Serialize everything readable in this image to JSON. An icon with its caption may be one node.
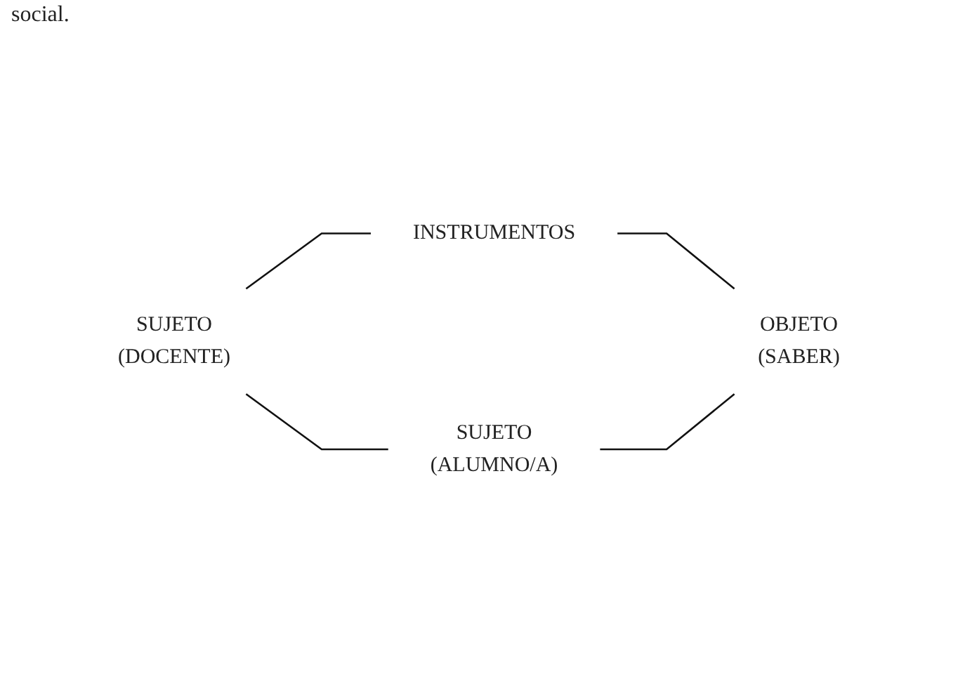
{
  "diagram": {
    "nodes": [
      {
        "text": [
          "INSTRUMENTOS"
        ]
      },
      {
        "text": [
          "SUJETO",
          "(DOCENTE)"
        ]
      },
      {
        "text": [
          "OBJETO",
          "(SABER)"
        ]
      },
      {
        "text": [
          "SUJETO",
          "(ALUMNO/A)"
        ]
      }
    ],
    "edges": [
      {
        "from": 1,
        "to": 0,
        "arrow": "none"
      },
      {
        "from": 0,
        "to": 2,
        "arrow": "none"
      },
      {
        "from": 3,
        "to": 2,
        "arrow": "none"
      },
      {
        "from": 1,
        "to": 3,
        "arrow": "none"
      }
    ],
    "labels": [
      "social."
    ]
  }
}
